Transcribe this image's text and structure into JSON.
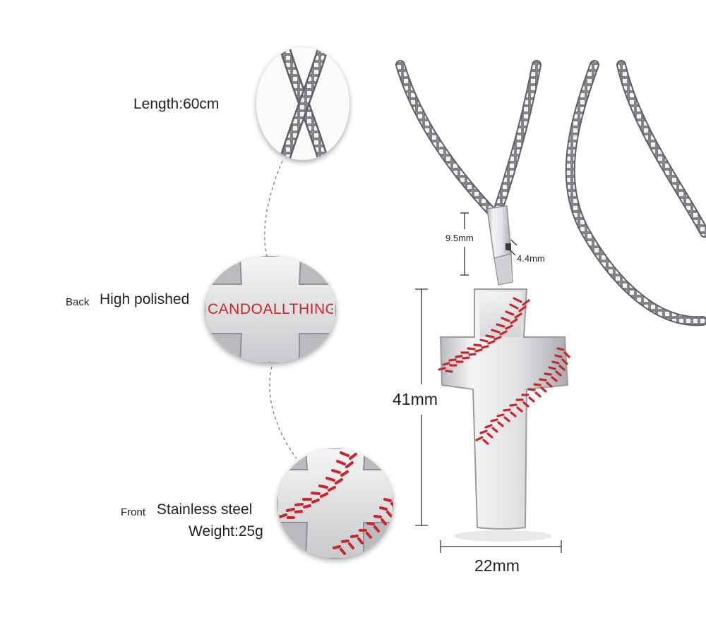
{
  "specs": {
    "length": "Length:60cm",
    "back_tag": "Back",
    "back_finish": "High polished",
    "back_engraving": "CANDOALLTHING",
    "front_tag": "Front",
    "front_material": "Stainless steel",
    "weight": "Weight:25g"
  },
  "dimensions": {
    "height": "41mm",
    "width": "22mm",
    "bail_height": "9.5mm",
    "bail_width": "4.4mm"
  },
  "colors": {
    "stitch_red": "#c8262b",
    "steel": "#d9dadc",
    "steel_dark": "#8e9096"
  }
}
